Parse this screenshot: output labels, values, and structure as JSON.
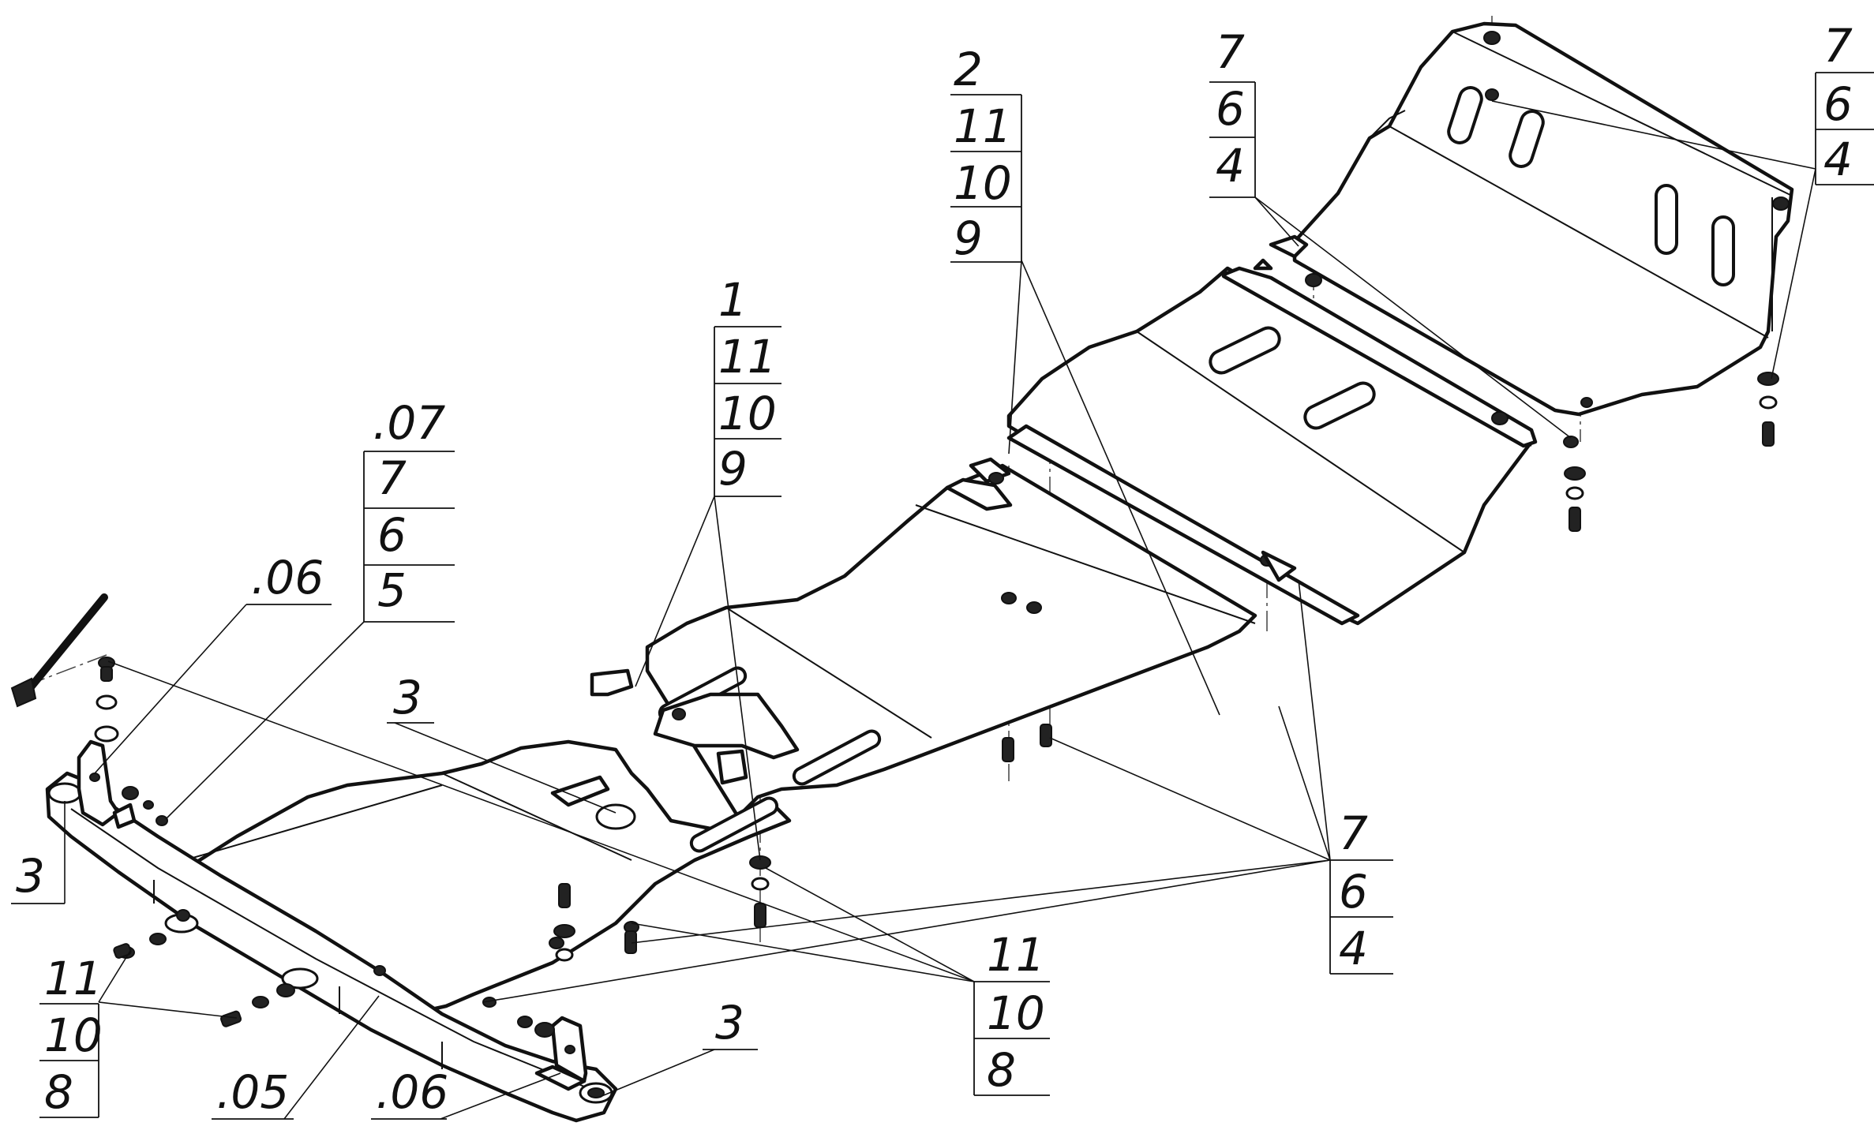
{
  "callouts": {
    "c2": [
      "2",
      "11",
      "10",
      "9"
    ],
    "c7top": [
      "7",
      "6",
      "4"
    ],
    "c7right": [
      "7",
      "6",
      "4"
    ],
    "c1": [
      "1",
      "11",
      "10",
      "9"
    ],
    "c07": [
      ".07",
      "7",
      "6",
      "5"
    ],
    "c06a": [
      ".06"
    ],
    "c3a": [
      "3"
    ],
    "c3b": [
      "3"
    ],
    "c7mid": [
      "7",
      "6",
      "4"
    ],
    "c11left": [
      "11",
      "10",
      "8"
    ],
    "c11mid": [
      "11",
      "10",
      "8"
    ],
    "c3c": [
      "3"
    ],
    "c05": [
      ".05"
    ],
    "c06b": [
      ".06"
    ]
  }
}
